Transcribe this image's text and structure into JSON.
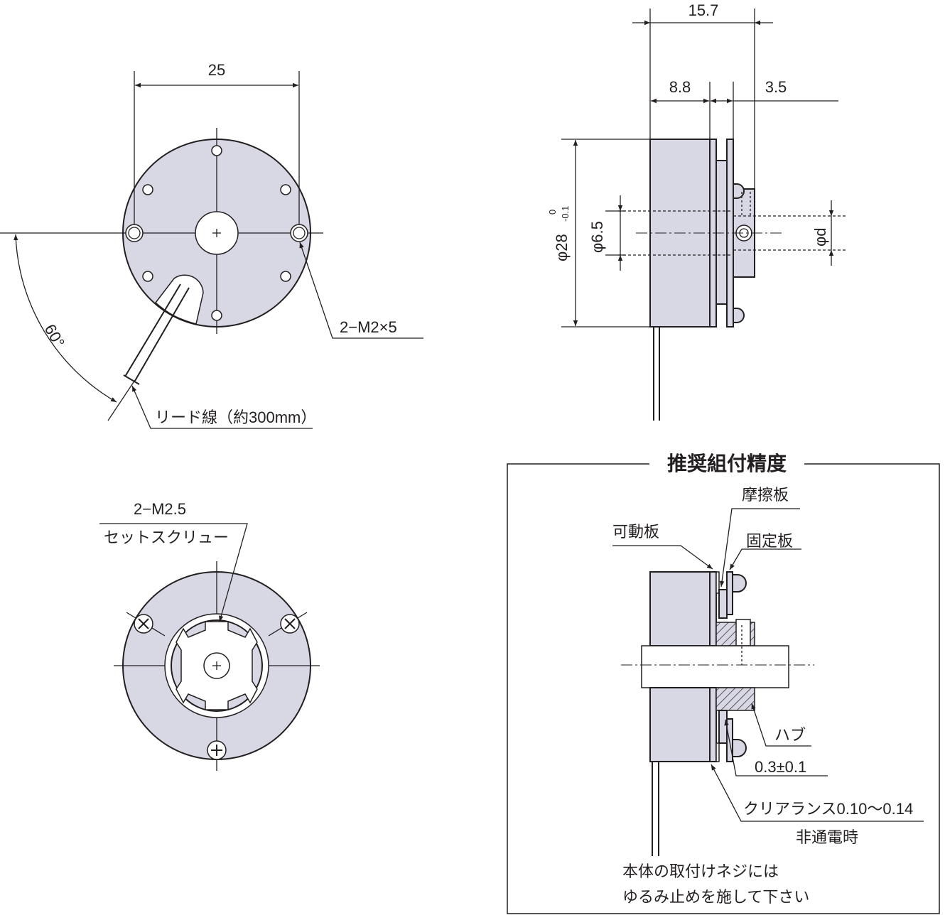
{
  "front_view": {
    "width_dim": "25",
    "angle_dim": "60°",
    "mount_holes_label": "2−M2×5",
    "lead_wire_label": "リード線（約300mm）"
  },
  "side_view": {
    "overall_length_dim": "15.7",
    "body_length_dim": "8.8",
    "hub_length_dim": "3.5",
    "outer_diameter_dim": "φ28",
    "outer_tol_upper": "0",
    "outer_tol_lower": "-0.1",
    "bore_dim": "φ6.5",
    "shaft_dim": "φd"
  },
  "rear_view": {
    "setscrew_spec": "2−M2.5",
    "setscrew_label": "セットスクリュー"
  },
  "assembly_box": {
    "title": "推奨組付精度",
    "friction_plate_label": "摩擦板",
    "armature_label": "可動板",
    "fixed_plate_label": "固定板",
    "hub_label": "ハブ",
    "gap_label": "0.3±0.1",
    "clearance_label": "クリアランス0.10〜0.14",
    "deenergized_label": "非通電時",
    "note_line1": "本体の取付けネジには",
    "note_line2": "ゆるみ止めを施して下さい"
  }
}
